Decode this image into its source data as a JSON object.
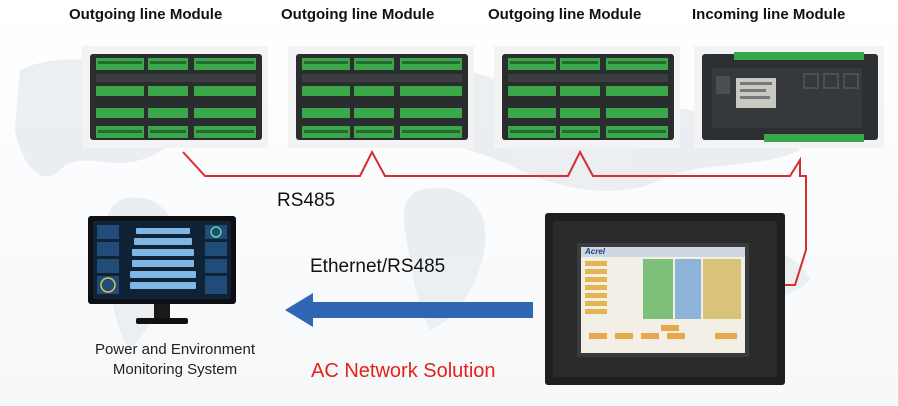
{
  "modules": [
    {
      "title": "Outgoing line Module",
      "kind": "outgoing"
    },
    {
      "title": "Outgoing line Module",
      "kind": "outgoing"
    },
    {
      "title": "Outgoing line Module",
      "kind": "outgoing"
    },
    {
      "title": "Incoming line Module",
      "kind": "incoming"
    }
  ],
  "links": {
    "rs485": "RS485",
    "ethernet": "Ethernet/RS485"
  },
  "monitor": {
    "caption_line1": "Power and Environment",
    "caption_line2": "Monitoring System"
  },
  "hmi": {
    "brand": "Acrel"
  },
  "solution_title": "AC Network Solution",
  "colors": {
    "wire": "#d62d2d",
    "arrow": "#2f67b5",
    "terminal": "#3aa84a",
    "module_body": "#2a2d2e",
    "solution_text": "#e2231a"
  }
}
